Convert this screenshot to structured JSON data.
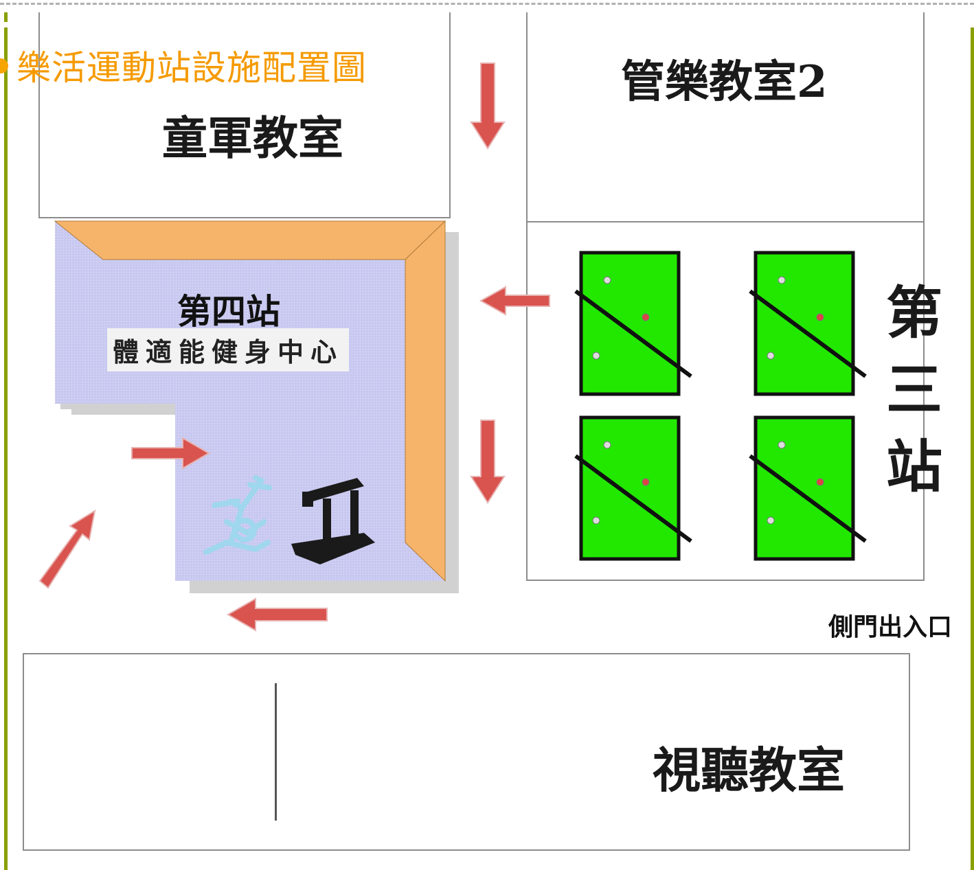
{
  "title": "樂活運動站設施配置圖",
  "rooms": {
    "scout_classroom": "童軍教室",
    "band_classroom": "管樂教室2",
    "av_classroom": "視聽教室"
  },
  "station4": {
    "name": "第四站",
    "subtitle": "體適能健身中心"
  },
  "station3": {
    "chars": [
      "第",
      "三",
      "站"
    ]
  },
  "side_entrance": "側門出入口",
  "colors": {
    "title": "#f59a00",
    "table_green": "#22e800",
    "arrow_red": "#d9534f",
    "fitness_floor": "#c9c9f2",
    "wall_orange": "#f6b46b",
    "frame_green": "#8aa000"
  },
  "icons": [
    "exercise-bike-icon",
    "treadmill-icon"
  ]
}
